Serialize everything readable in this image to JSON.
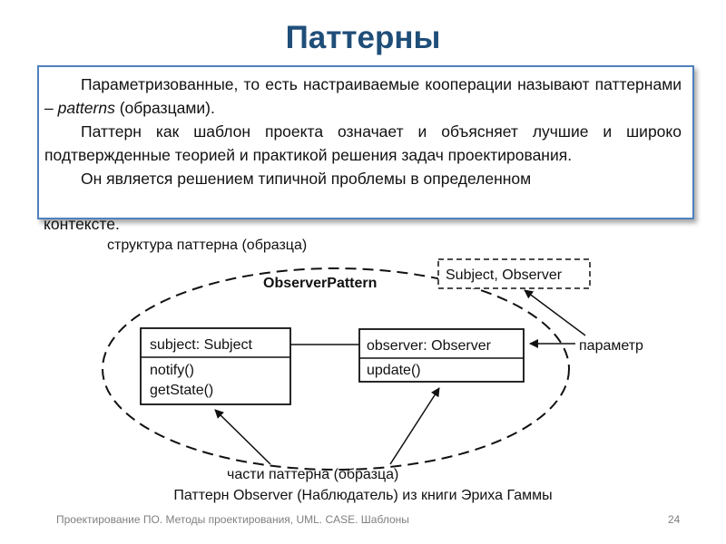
{
  "slide": {
    "title": "Паттерны",
    "paragraphs": [
      {
        "before": "Параметризованные, то есть настраиваемые кооперации называют паттернами – ",
        "italic": "patterns",
        "after": " (образцами)."
      },
      {
        "text": "Паттерн как шаблон проекта означает и объясняет лучшие и широко подтвержденные теорией и практикой решения задач проектирования."
      },
      {
        "text": "Он является решением типичной проблемы в определенном"
      },
      {
        "text": "контексте."
      }
    ],
    "caption": "Паттерн Observer (Наблюдатель) из книги Эриха Гаммы",
    "footer": "Проектирование ПО. Методы проектирования, UML. CASE. Шаблоны",
    "page_number": "24"
  },
  "diagram": {
    "structure_label": "структура паттерна (образца)",
    "collaboration_name": "ObserverPattern",
    "parameters_label": "Subject, Observer",
    "parameter_label": "параметр",
    "parts_label": "части паттерна (образца)",
    "subject_class": {
      "name": "subject: Subject",
      "operations": [
        "notify()",
        "getState()"
      ]
    },
    "observer_class": {
      "name": "observer: Observer",
      "operations": [
        "update()"
      ]
    }
  }
}
